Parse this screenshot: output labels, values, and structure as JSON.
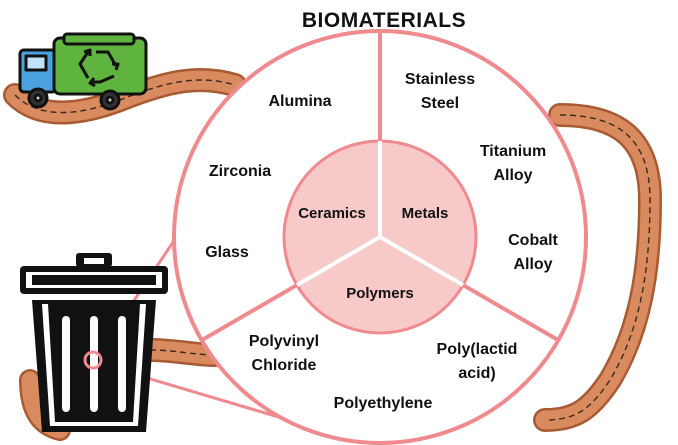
{
  "title": "BIOMATERIALS",
  "colors": {
    "ring_stroke": "#ef8a8e",
    "inner_fill": "#f8c9c9",
    "road": "#d98a5e",
    "road_edge": "#a85a33",
    "truck_green": "#5fb43f",
    "truck_cab": "#4aa3df",
    "bin": "#111111"
  },
  "inner": {
    "ceramics": "Ceramics",
    "metals": "Metals",
    "polymers": "Polymers"
  },
  "ceramics": {
    "alumina": "Alumina",
    "zirconia": "Zirconia",
    "glass": "Glass"
  },
  "metals": {
    "stainless_1": "Stainless",
    "stainless_2": "Steel",
    "titanium_1": "Titanium",
    "titanium_2": "Alloy",
    "cobalt_1": "Cobalt",
    "cobalt_2": "Alloy"
  },
  "polymers": {
    "pvc_1": "Polyvinyl",
    "pvc_2": "Chloride",
    "pla_1": "Poly(lactid",
    "pla_2": "acid)",
    "polyethylene": "Polyethylene"
  },
  "icons": {
    "truck": "garbage-truck-icon",
    "recycle": "recycle-icon",
    "bin": "trash-bin-icon"
  }
}
